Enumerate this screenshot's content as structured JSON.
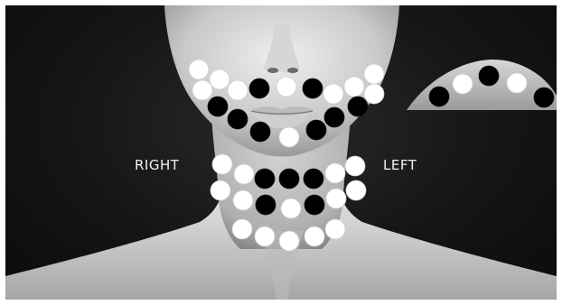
{
  "labels": {
    "right": "RIGHT",
    "left": "LEFT"
  },
  "colors": {
    "background": "#141414",
    "skin_light": "#d9d9d9",
    "skin_dark": "#8a8a8a",
    "dot_white": "#ffffff",
    "dot_black": "#000000"
  },
  "marker_rows": [
    {
      "region": "cheek-upper",
      "dots": [
        "white",
        "white",
        "white",
        "black",
        "white",
        "black",
        "white",
        "white",
        "white"
      ]
    },
    {
      "region": "jaw",
      "dots": [
        "white",
        "black",
        "black",
        "black",
        "white",
        "black",
        "black",
        "black",
        "white"
      ]
    },
    {
      "region": "neck-upper",
      "dots": [
        "white",
        "white",
        "black",
        "black",
        "black",
        "white",
        "white"
      ]
    },
    {
      "region": "neck-middle",
      "dots": [
        "white",
        "white",
        "black",
        "white",
        "black",
        "white",
        "white"
      ]
    },
    {
      "region": "neck-lower",
      "dots": [
        "white",
        "white",
        "white",
        "white",
        "white"
      ]
    },
    {
      "region": "inset-chin",
      "dots": [
        "black",
        "white",
        "black",
        "white",
        "black"
      ]
    }
  ]
}
